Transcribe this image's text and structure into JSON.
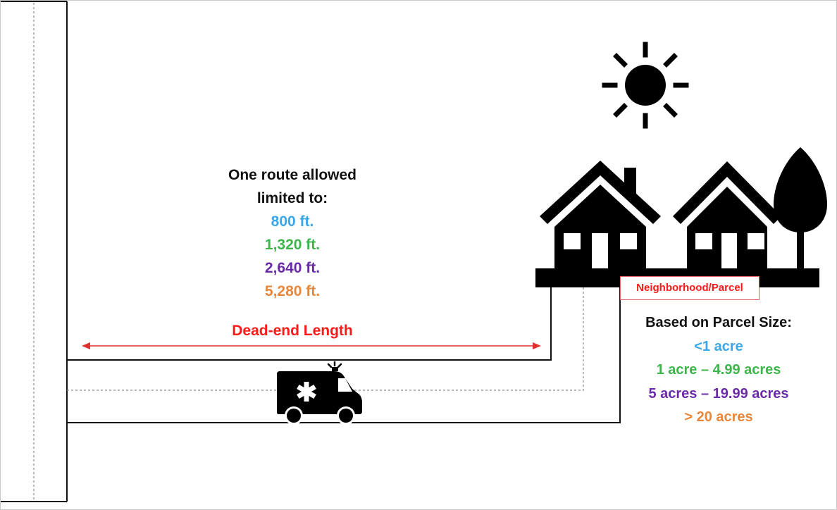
{
  "route": {
    "heading_line1": "One route allowed",
    "heading_line2": "limited to:",
    "lengths": [
      {
        "text": "800 ft.",
        "color": "#3aa8e8"
      },
      {
        "text": "1,320 ft.",
        "color": "#3cb54a"
      },
      {
        "text": "2,640 ft.",
        "color": "#6a2aa8"
      },
      {
        "text": "5,280 ft.",
        "color": "#e8873a"
      }
    ]
  },
  "dead_end_label": "Dead-end Length",
  "neighborhood_label": "Neighborhood/Parcel",
  "parcel": {
    "heading": "Based on Parcel Size:",
    "sizes": [
      {
        "text": "<1 acre",
        "color": "#3aa8e8"
      },
      {
        "text": "1 acre – 4.99 acres",
        "color": "#3cb54a"
      },
      {
        "text": "5 acres – 19.99 acres",
        "color": "#6a2aa8"
      },
      {
        "text": "> 20 acres",
        "color": "#e8873a"
      }
    ]
  },
  "colors": {
    "label_red": "#ff1a1a",
    "arrow_red": "#e03030",
    "heading_black": "#111111",
    "road_line": "#111111",
    "center_dash": "#8a8a8a"
  },
  "icons": [
    "sun-icon",
    "house-icon",
    "tree-icon",
    "ambulance-icon"
  ]
}
